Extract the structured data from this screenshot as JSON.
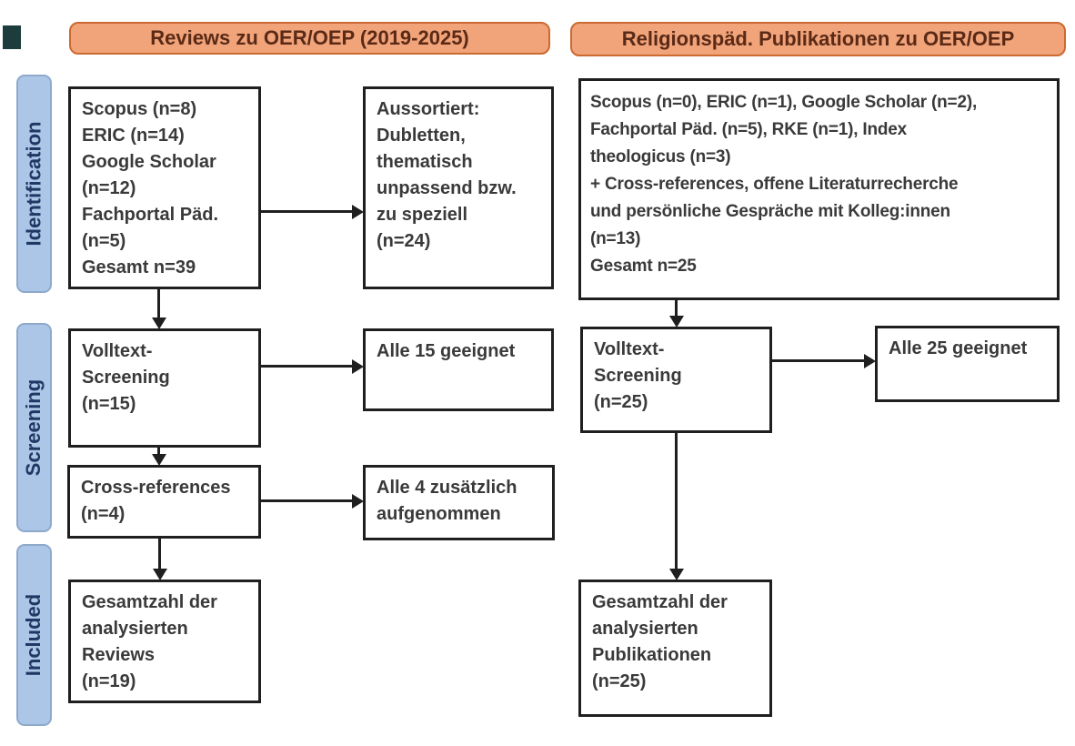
{
  "diagram": {
    "columns": {
      "left": {
        "header": "Reviews zu OER/OEP (2019-2025)",
        "boxes": {
          "sources": "Scopus (n=8)\nERIC (n=14)\nGoogle Scholar\n(n=12)\nFachportal Päd.\n(n=5)\nGesamt n=39",
          "excluded": "Aussortiert:\nDubletten,\nthematisch\nunpassend bzw.\nzu speziell\n(n=24)",
          "fulltext_screening": "Volltext-\nScreening\n(n=15)",
          "eligible": "Alle 15 geeignet",
          "cross_references": "Cross-references\n(n=4)",
          "added": "Alle 4 zusätzlich\naufgenommen",
          "included_total": "Gesamtzahl der\nanalysierten\nReviews\n(n=19)"
        }
      },
      "right": {
        "header": "Religionspäd. Publikationen zu OER/OEP",
        "boxes": {
          "sources": "Scopus (n=0), ERIC (n=1), Google Scholar (n=2),\nFachportal Päd. (n=5), RKE (n=1), Index\ntheologicus (n=3)\n+ Cross-references, offene Literaturrecherche\nund persönliche Gespräche mit Kolleg:innen\n(n=13)\nGesamt n=25",
          "fulltext_screening": "Volltext-\nScreening\n(n=25)",
          "eligible": "Alle 25 geeignet",
          "included_total": "Gesamtzahl der\nanalysierten\nPublikationen\n(n=25)"
        }
      }
    },
    "stages": [
      {
        "label": "Identification"
      },
      {
        "label": "Screening"
      },
      {
        "label": "Included"
      }
    ],
    "colors": {
      "header_fill": "#F1A37A",
      "header_border": "#CB6A31",
      "header_text": "#5A2A16",
      "stage_fill": "#ABC6E7",
      "stage_border": "#8FA9CB",
      "stage_text": "#1F3864",
      "box_border": "#1F1F1F",
      "box_text": "#3A3A3A",
      "arrow": "#1F1F1F",
      "corner_mark": "#1D3C3C"
    }
  }
}
